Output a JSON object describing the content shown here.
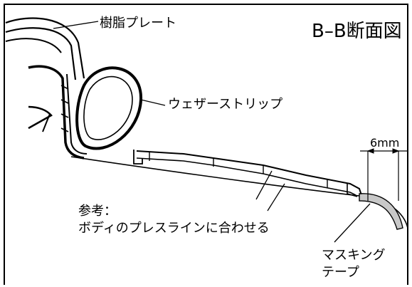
{
  "title": "B–B断面図",
  "labels": {
    "resin_plate": "樹脂プレート",
    "weatherstrip": "ウェザーストリップ",
    "reference_line1": "参考：",
    "reference_line2": "ボディのプレスラインに合わせる",
    "masking_tape_line1": "マスキング",
    "masking_tape_line2": "テープ",
    "dimension": "6mm"
  }
}
